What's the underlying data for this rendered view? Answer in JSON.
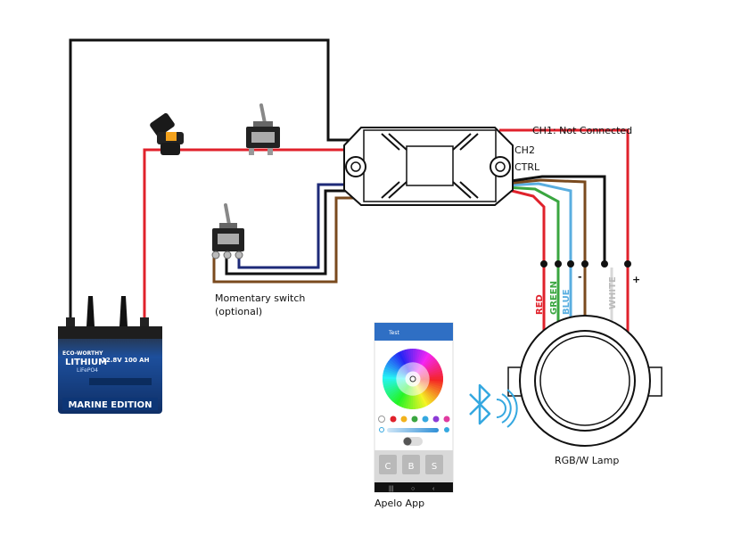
{
  "labels": {
    "ch1": "CH1: Not Connected",
    "ch2": "CH2",
    "ctrl": "CTRL",
    "momentary_line1": "Momentary switch",
    "momentary_line2": "(optional)",
    "lamp": "RGB/W Lamp",
    "app": "Apelo App",
    "minus": "-",
    "plus": "+"
  },
  "wire_labels": {
    "red": "RED",
    "green": "GREEN",
    "blue": "BLUE",
    "white": "WHITE"
  },
  "battery": {
    "brand": "ECO-WORTHY",
    "type_line1": "LITHIUM",
    "type_line2": "LiFePO4",
    "spec": "12.8V  100 AH",
    "edition": "MARINE EDITION"
  },
  "phone": {
    "app_title": "Test",
    "nav_buttons": [
      "C",
      "B",
      "S"
    ]
  },
  "colors": {
    "wire_red": "#e0212b",
    "wire_black": "#111111",
    "wire_navy": "#1e2a78",
    "wire_brown": "#7a4a1e",
    "wire_green": "#3aa640",
    "wire_blue": "#5aaee0",
    "wire_white": "#d8d8d8",
    "phone_header": "#2f6fc4",
    "bluetooth": "#35a8e0",
    "battery_blue": "#1d4f9c"
  }
}
